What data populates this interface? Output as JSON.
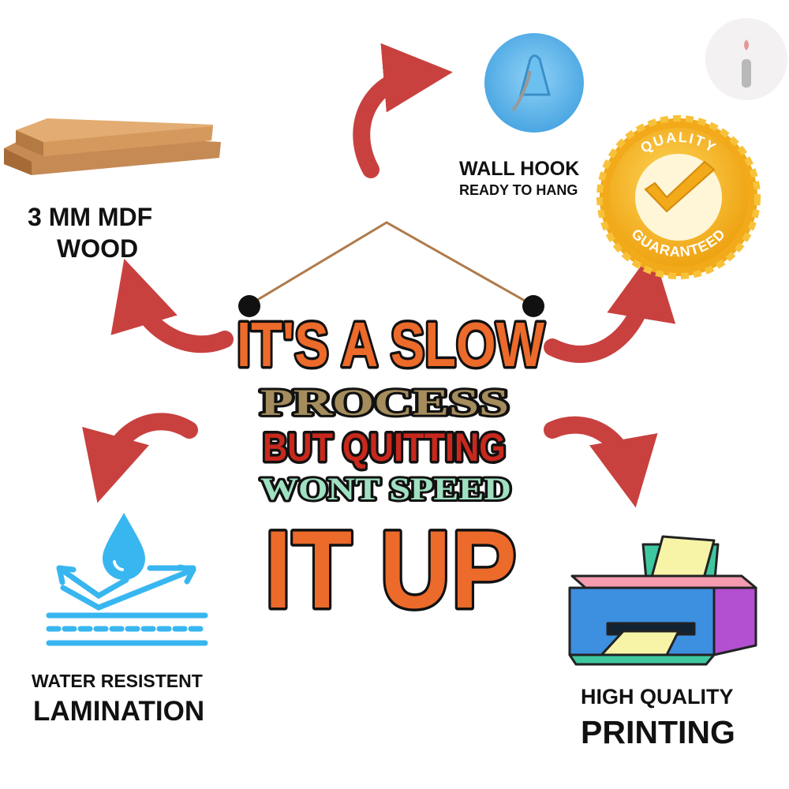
{
  "features": {
    "wood": {
      "line1": "3 MM MDF",
      "line2": "WOOD"
    },
    "hook": {
      "line1": "WALL HOOK",
      "line2": "READY TO HANG"
    },
    "badge": {
      "top": "QUALITY",
      "bottom": "GUARANTEED"
    },
    "water": {
      "line1": "WATER RESISTENT",
      "line2": "LAMINATION"
    },
    "printing": {
      "line1": "HIGH QUALITY",
      "line2": "PRINTING"
    }
  },
  "sign": {
    "line1": "IT'S A SLOW",
    "line2": "PROCESS",
    "line3": "BUT QUITTING",
    "line4": "WONT SPEED",
    "line5": "IT UP"
  },
  "brand": {
    "logo_letter": "i"
  },
  "colors": {
    "arrow": "#c8413f",
    "orange": "#ec6a2a",
    "tan": "#a58c5d",
    "red": "#c8281d",
    "mint": "#9fe0c1",
    "hook_blue": "#5ab4ec",
    "gold": "#f4b41a",
    "water_blue": "#38b6f0"
  }
}
